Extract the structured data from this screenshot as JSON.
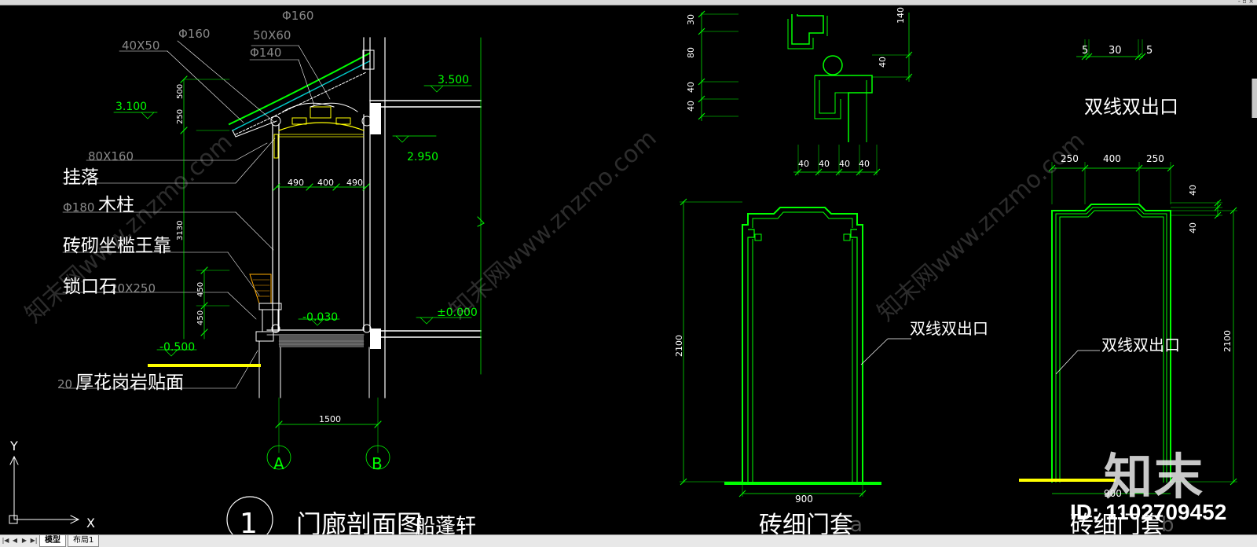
{
  "window": {
    "controls": "- ▫ ×"
  },
  "tabs": {
    "model": "模型",
    "layout1": "布局1"
  },
  "nav": {
    "first": "|◀",
    "prev": "◀",
    "next": "▶",
    "last": "▶|"
  },
  "axis": {
    "y": "Y",
    "x": "X"
  },
  "section": {
    "dims": {
      "d1": "Φ160",
      "d2": "Φ160",
      "d3": "40X50",
      "d4": "50X60",
      "d5": "Φ140",
      "d6": "80X160",
      "d7": "Φ180",
      "d8": "20X250",
      "d9": "20"
    },
    "labels": {
      "gualuo": "挂落",
      "muzhu": "木柱",
      "zhuanqi": "砖砌坐槛王靠",
      "suokou": "锁口石",
      "granite": "厚花岗岩贴面"
    },
    "elev": {
      "e1": "3.100",
      "e2": "3.500",
      "e3": "2.950",
      "e4": "-0.030",
      "e5": "±0.000",
      "e6": "-0.500"
    },
    "numbers": {
      "n500": "500",
      "n250": "250",
      "n3130": "3130",
      "n450a": "450",
      "n450b": "450",
      "n490a": "490",
      "n400": "400",
      "n490b": "490",
      "n1500": "1500"
    },
    "axes": {
      "a": "A",
      "b": "B"
    },
    "title_num": "1",
    "title": "门廊剖面图",
    "subtitle": "船蓬轩"
  },
  "profile": {
    "v30": "30",
    "v80": "80",
    "v40a": "40",
    "v40b": "40",
    "v140": "140",
    "v40c": "40",
    "h1": "40",
    "h2": "40",
    "h3": "40",
    "h4": "40"
  },
  "doorA": {
    "label": "双线双出口",
    "h": "2100",
    "w": "900",
    "title": "砖细门套"
  },
  "doorB": {
    "top_label": "双线双出口",
    "t5a": "5",
    "t30": "30",
    "t5b": "5",
    "w250a": "250",
    "w400": "400",
    "w250b": "250",
    "v40a": "40",
    "v40b": "40",
    "label": "双线双出口",
    "h": "2100",
    "w": "900",
    "title": "砖细门套"
  },
  "watermark": {
    "site": "知末网www.znzmo.com",
    "logo": "知末",
    "id": "ID: 1102709452"
  }
}
